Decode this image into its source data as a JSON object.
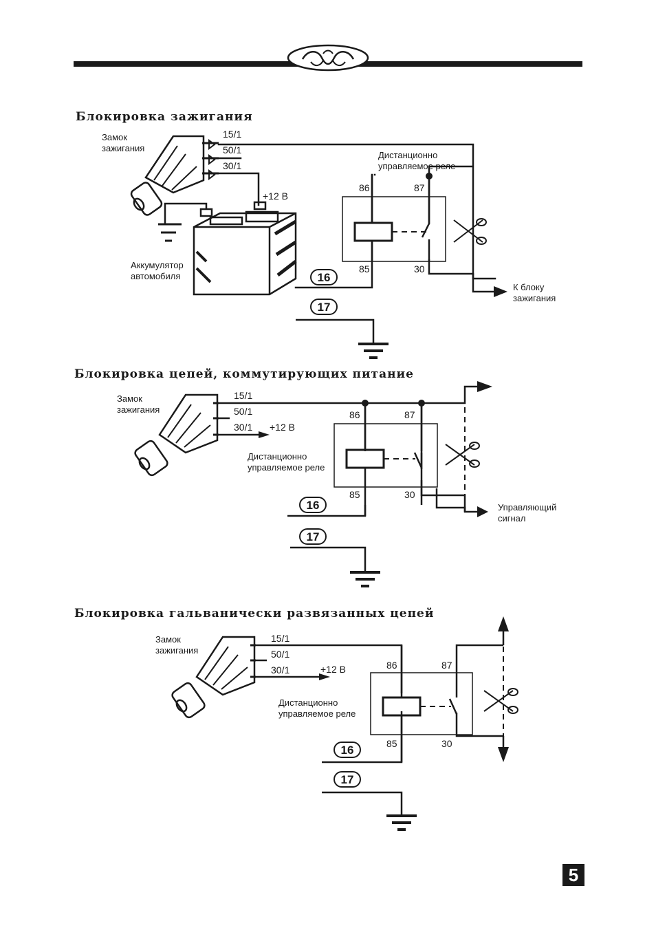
{
  "sections": [
    {
      "title": "Блокировка зажигания",
      "lock_label": [
        "Замок",
        "зажигания"
      ],
      "terminals": [
        "15/1",
        "50/1",
        "30/1"
      ],
      "plus": "+12 В",
      "relay_label": [
        "Дистанционно",
        "управляемое реле"
      ],
      "pins": [
        "86",
        "87",
        "85",
        "30"
      ],
      "battery_label": [
        "Аккумулятор",
        "автомобиля"
      ],
      "wire_a": "16",
      "wire_b": "17",
      "output_label": [
        "К блоку",
        "зажигания"
      ]
    },
    {
      "title": "Блокировка цепей, коммутирующих питание",
      "lock_label": [
        "Замок",
        "зажигания"
      ],
      "terminals": [
        "15/1",
        "50/1",
        "30/1"
      ],
      "plus": "+12 В",
      "relay_label": [
        "Дистанционно",
        "управляемое реле"
      ],
      "pins": [
        "86",
        "87",
        "85",
        "30"
      ],
      "wire_a": "16",
      "wire_b": "17",
      "output_label": [
        "Управляющий",
        "сигнал"
      ]
    },
    {
      "title": "Блокировка гальванически развязанных цепей",
      "lock_label": [
        "Замок",
        "зажигания"
      ],
      "terminals": [
        "15/1",
        "50/1",
        "30/1"
      ],
      "plus": "+12 В",
      "relay_label": [
        "Дистанционно",
        "управляемое реле"
      ],
      "pins": [
        "86",
        "87",
        "85",
        "30"
      ],
      "wire_a": "16",
      "wire_b": "17"
    }
  ],
  "page_number": "5",
  "colors": {
    "ink": "#1a1a1a",
    "paper": "#ffffff"
  },
  "icons": [
    "ornament-icon",
    "ignition-lock-icon",
    "battery-icon",
    "ground-icon",
    "scissors-icon",
    "relay-icon"
  ]
}
